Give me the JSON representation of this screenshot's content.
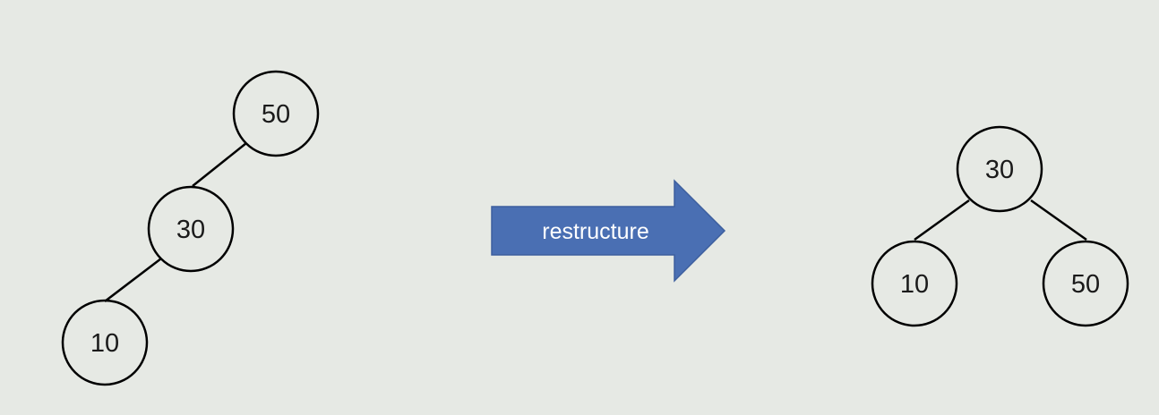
{
  "left_tree": {
    "nodes": [
      {
        "id": "root",
        "label": "50"
      },
      {
        "id": "mid",
        "label": "30"
      },
      {
        "id": "leaf",
        "label": "10"
      }
    ],
    "edges": [
      [
        "root",
        "mid"
      ],
      [
        "mid",
        "leaf"
      ]
    ]
  },
  "arrow": {
    "label": "restructure",
    "color": "#4a6fb3"
  },
  "right_tree": {
    "nodes": [
      {
        "id": "root",
        "label": "30"
      },
      {
        "id": "left",
        "label": "10"
      },
      {
        "id": "right",
        "label": "50"
      }
    ],
    "edges": [
      [
        "root",
        "left"
      ],
      [
        "root",
        "right"
      ]
    ]
  }
}
